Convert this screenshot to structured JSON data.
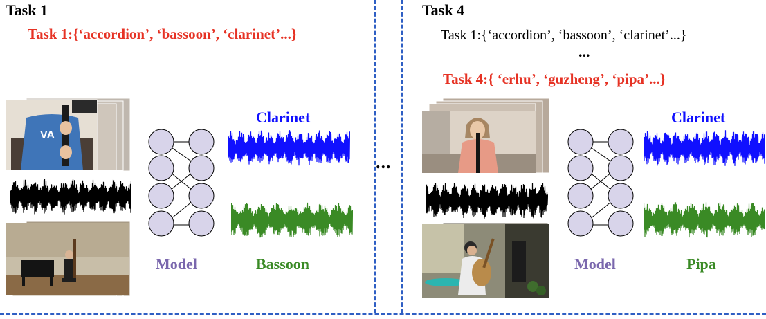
{
  "task1": {
    "title": "Task 1",
    "classes": "Task 1:{‘accordion’, ‘bassoon’, ‘clarinet’...}",
    "model_label": "Model",
    "output_top_label": "Clarinet",
    "output_bottom_label": "Bassoon"
  },
  "task4": {
    "title": "Task 4",
    "classes_prev": "Task 1:{‘accordion’, ‘bassoon’, ‘clarinet’...}",
    "ellipsis": "...",
    "classes_current": "Task 4:{ ‘erhu’, ‘guzheng’, ‘pipa’...}",
    "model_label": "Model",
    "output_top_label": "Clarinet",
    "output_bottom_label": "Pipa"
  },
  "between_tasks": "...",
  "colors": {
    "red": "#e63224",
    "blue": "#1010ff",
    "green": "#3a8a25",
    "model_purple": "#7a67ad",
    "node_fill": "#d8d4ea",
    "divider": "#2f5fc4"
  }
}
